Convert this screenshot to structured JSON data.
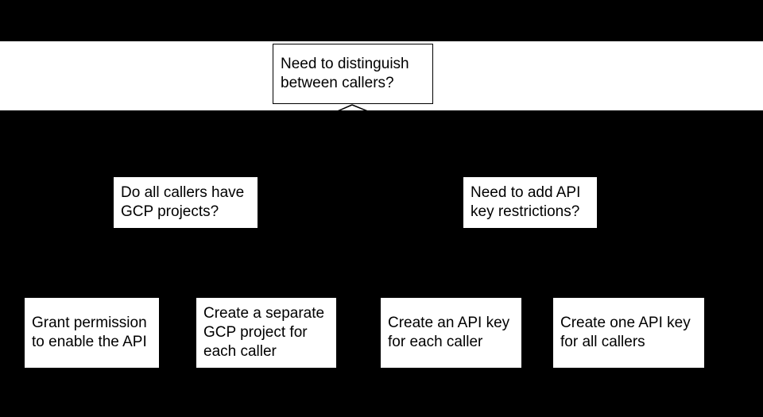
{
  "diagram": {
    "colors": {
      "background": "#000000",
      "band": "#ffffff",
      "box_fill": "#ffffff",
      "box_border": "#000000",
      "connector": "#000000",
      "text": "#000000"
    },
    "nodes": {
      "root": {
        "lines": [
          "Need to distinguish",
          "between callers?"
        ]
      },
      "gcp_projects_question": {
        "lines": [
          "Do all callers have",
          "GCP projects?"
        ]
      },
      "key_restrictions_question": {
        "lines": [
          "Need to add API",
          "key restrictions?"
        ]
      },
      "grant_permission": {
        "lines": [
          "Grant permission",
          "to enable the API"
        ]
      },
      "separate_gcp_project": {
        "lines": [
          "Create a separate",
          "GCP project for",
          "each caller"
        ]
      },
      "api_key_each_caller": {
        "lines": [
          "Create an API key",
          "for each caller"
        ]
      },
      "api_key_all_callers": {
        "lines": [
          "Create one API key",
          "for all callers"
        ]
      }
    }
  }
}
